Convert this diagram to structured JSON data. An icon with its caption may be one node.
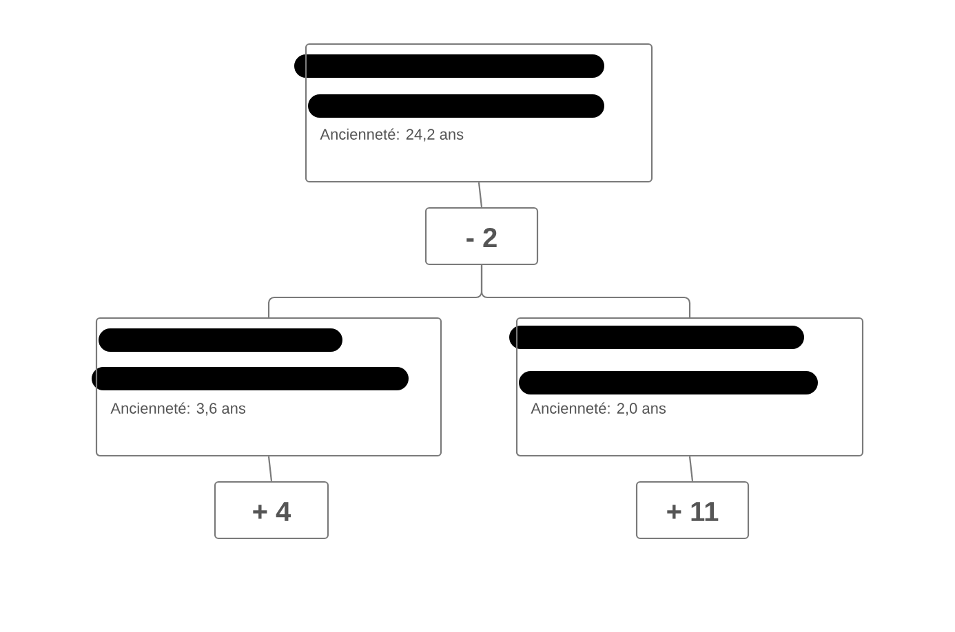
{
  "diagram": {
    "nodes": [
      {
        "text": [
          "Ancienneté: 24,2 ans"
        ]
      },
      {
        "text": [
          "- 2"
        ]
      },
      {
        "text": [
          "Ancienneté: 3,6 ans"
        ]
      },
      {
        "text": [
          "+ 4"
        ]
      },
      {
        "text": [
          "Ancienneté: 2,0 ans"
        ]
      },
      {
        "text": [
          "+ 11"
        ]
      }
    ],
    "edges": [
      {
        "from": 0,
        "to": 1,
        "arrow": "none"
      },
      {
        "from": 1,
        "to": 2,
        "arrow": "none"
      },
      {
        "from": 1,
        "to": 4,
        "arrow": "none"
      },
      {
        "from": 2,
        "to": 3,
        "arrow": "none"
      },
      {
        "from": 4,
        "to": 5,
        "arrow": "none"
      }
    ]
  }
}
